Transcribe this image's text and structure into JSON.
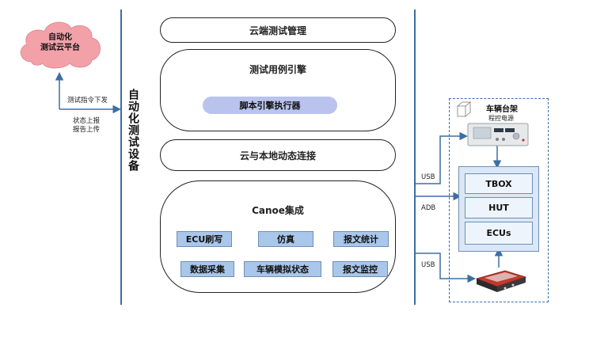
{
  "cloud": {
    "line1": "自动化",
    "line2": "测试云平台"
  },
  "left_arrows": {
    "down_label": "测试指令下发",
    "up_label_1": "状态上报",
    "up_label_2": "报告上传"
  },
  "device_title": "自动化测试设备",
  "layers": {
    "cloud_mgmt": "云端测试管理",
    "engine": "测试用例引擎",
    "script_engine": "脚本引擎执行器",
    "connection": "云与本地动态连接",
    "canoe": "Canoe集成"
  },
  "canoe_modules": [
    "ECU刷写",
    "仿真",
    "报文统计",
    "数据采集",
    "车辆模拟状态",
    "报文监控"
  ],
  "interfaces": {
    "usb_top": "USB",
    "adb": "ADB",
    "usb_bottom": "USB"
  },
  "bench": {
    "title": "车辆台架",
    "power_label": "程控电源",
    "units": [
      "TBOX",
      "HUT",
      "ECUs"
    ]
  },
  "colors": {
    "accent_line": "#3b6ea5",
    "script_engine_fill": "#b9c3ee",
    "module_fill": "#a9c7ea",
    "bench_fill": "#d9e7f6"
  }
}
